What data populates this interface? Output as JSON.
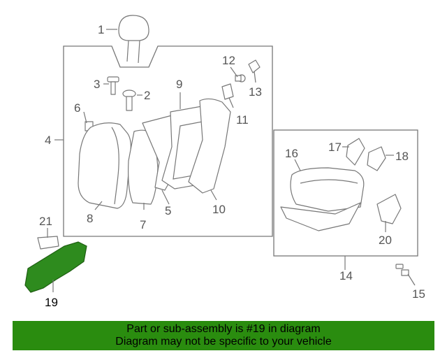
{
  "colors": {
    "highlight": "#2e8b1e",
    "banner_bg": "#2a8c0f",
    "line": "#777777"
  },
  "diagram": {
    "highlighted_part": "19",
    "callouts": {
      "p1": "1",
      "p2": "2",
      "p3": "3",
      "p4": "4",
      "p5": "5",
      "p6": "6",
      "p7": "7",
      "p8": "8",
      "p9": "9",
      "p10": "10",
      "p11": "11",
      "p12": "12",
      "p13": "13",
      "p14": "14",
      "p15": "15",
      "p16": "16",
      "p17": "17",
      "p18": "18",
      "p19": "19",
      "p20": "20",
      "p21": "21"
    }
  },
  "banner": {
    "line1": "Part or sub-assembly is #19 in diagram",
    "line2": "Diagram may not be specific to your vehicle"
  }
}
